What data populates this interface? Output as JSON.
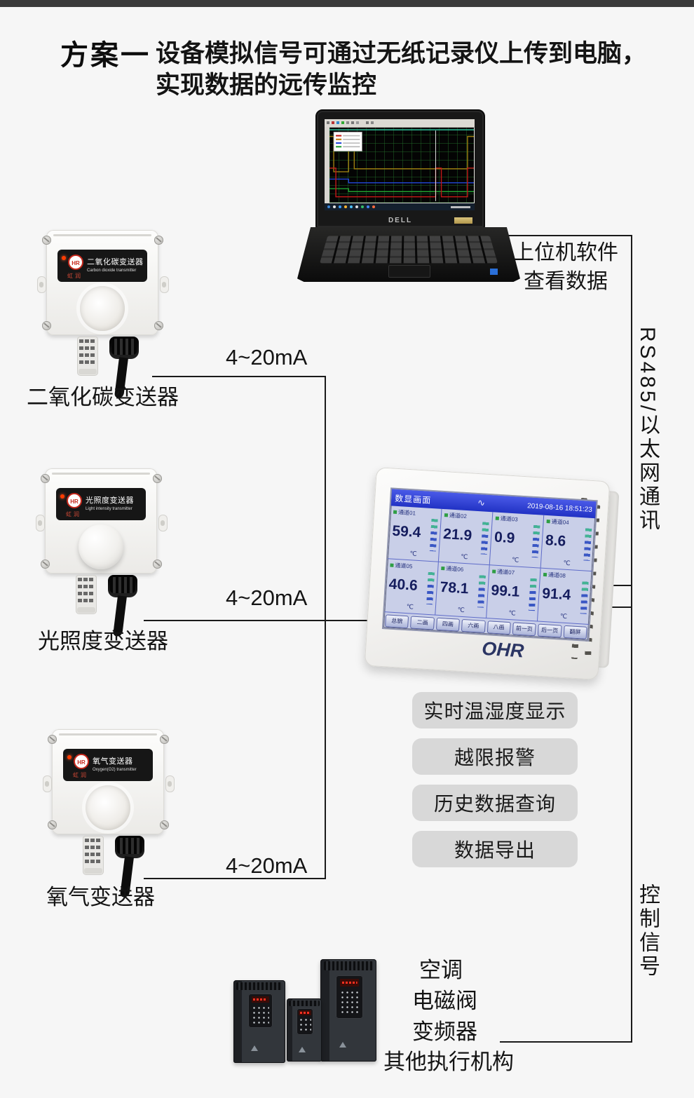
{
  "header": {
    "scheme": "方案一",
    "title_line1": "设备模拟信号可通过无纸记录仪上传到电脑，",
    "title_line2": "实现数据的远传监控"
  },
  "laptop": {
    "brand": "DELL",
    "note_line1": "上位机软件",
    "note_line2": "查看数据"
  },
  "links": {
    "comm_label": "RS485/以太网通讯",
    "control_label": "控制信号"
  },
  "sensors": [
    {
      "caption": "二氧化碳变送器",
      "panel_cn": "二氧化碳变送器",
      "panel_en": "Carbon dioxide transmitter",
      "brand_logo": "HR",
      "brand_cn": "虹润",
      "signal": "4~20mA"
    },
    {
      "caption": "光照度变送器",
      "panel_cn": "光照度变送器",
      "panel_en": "Light intensity transmitter",
      "brand_logo": "HR",
      "brand_cn": "虹润",
      "signal": "4~20mA"
    },
    {
      "caption": "氧气变送器",
      "panel_cn": "氧气变送器",
      "panel_en": "Oxygen(O2) transmitter",
      "brand_logo": "HR",
      "brand_cn": "虹润",
      "signal": "4~20mA"
    }
  ],
  "recorder": {
    "brand": "OHR",
    "screen_title": "数显画面",
    "screen_logo_icon": "∿",
    "datetime": "2019-08-16 18:51:23",
    "channels": [
      {
        "label": "通道01",
        "value": "59.4",
        "unit": "℃"
      },
      {
        "label": "通道02",
        "value": "21.9",
        "unit": "℃"
      },
      {
        "label": "通道03",
        "value": "0.9",
        "unit": "℃"
      },
      {
        "label": "通道04",
        "value": "8.6",
        "unit": "℃"
      },
      {
        "label": "通道05",
        "value": "40.6",
        "unit": "℃"
      },
      {
        "label": "通道06",
        "value": "78.1",
        "unit": "℃"
      },
      {
        "label": "通道07",
        "value": "99.1",
        "unit": "℃"
      },
      {
        "label": "通道08",
        "value": "91.4",
        "unit": "℃"
      }
    ],
    "buttons": [
      "总貌",
      "二画",
      "四画",
      "六画",
      "八画",
      "前一页",
      "后一页",
      "翻屏"
    ]
  },
  "features": [
    "实时温湿度显示",
    "越限报警",
    "历史数据查询",
    "数据导出"
  ],
  "actuators": [
    "空调",
    "电磁阀",
    "变频器",
    "其他执行机构"
  ],
  "colors": {
    "top_bar": "#3a3a3a",
    "background": "#f6f6f6",
    "wire": "#1a1a1a",
    "recorder_header_blue": "#2132c4",
    "recorder_screen_bg": "#c9cfe8",
    "led_red": "#ff3c00",
    "feature_pill_gray": "#d8d8d8"
  }
}
